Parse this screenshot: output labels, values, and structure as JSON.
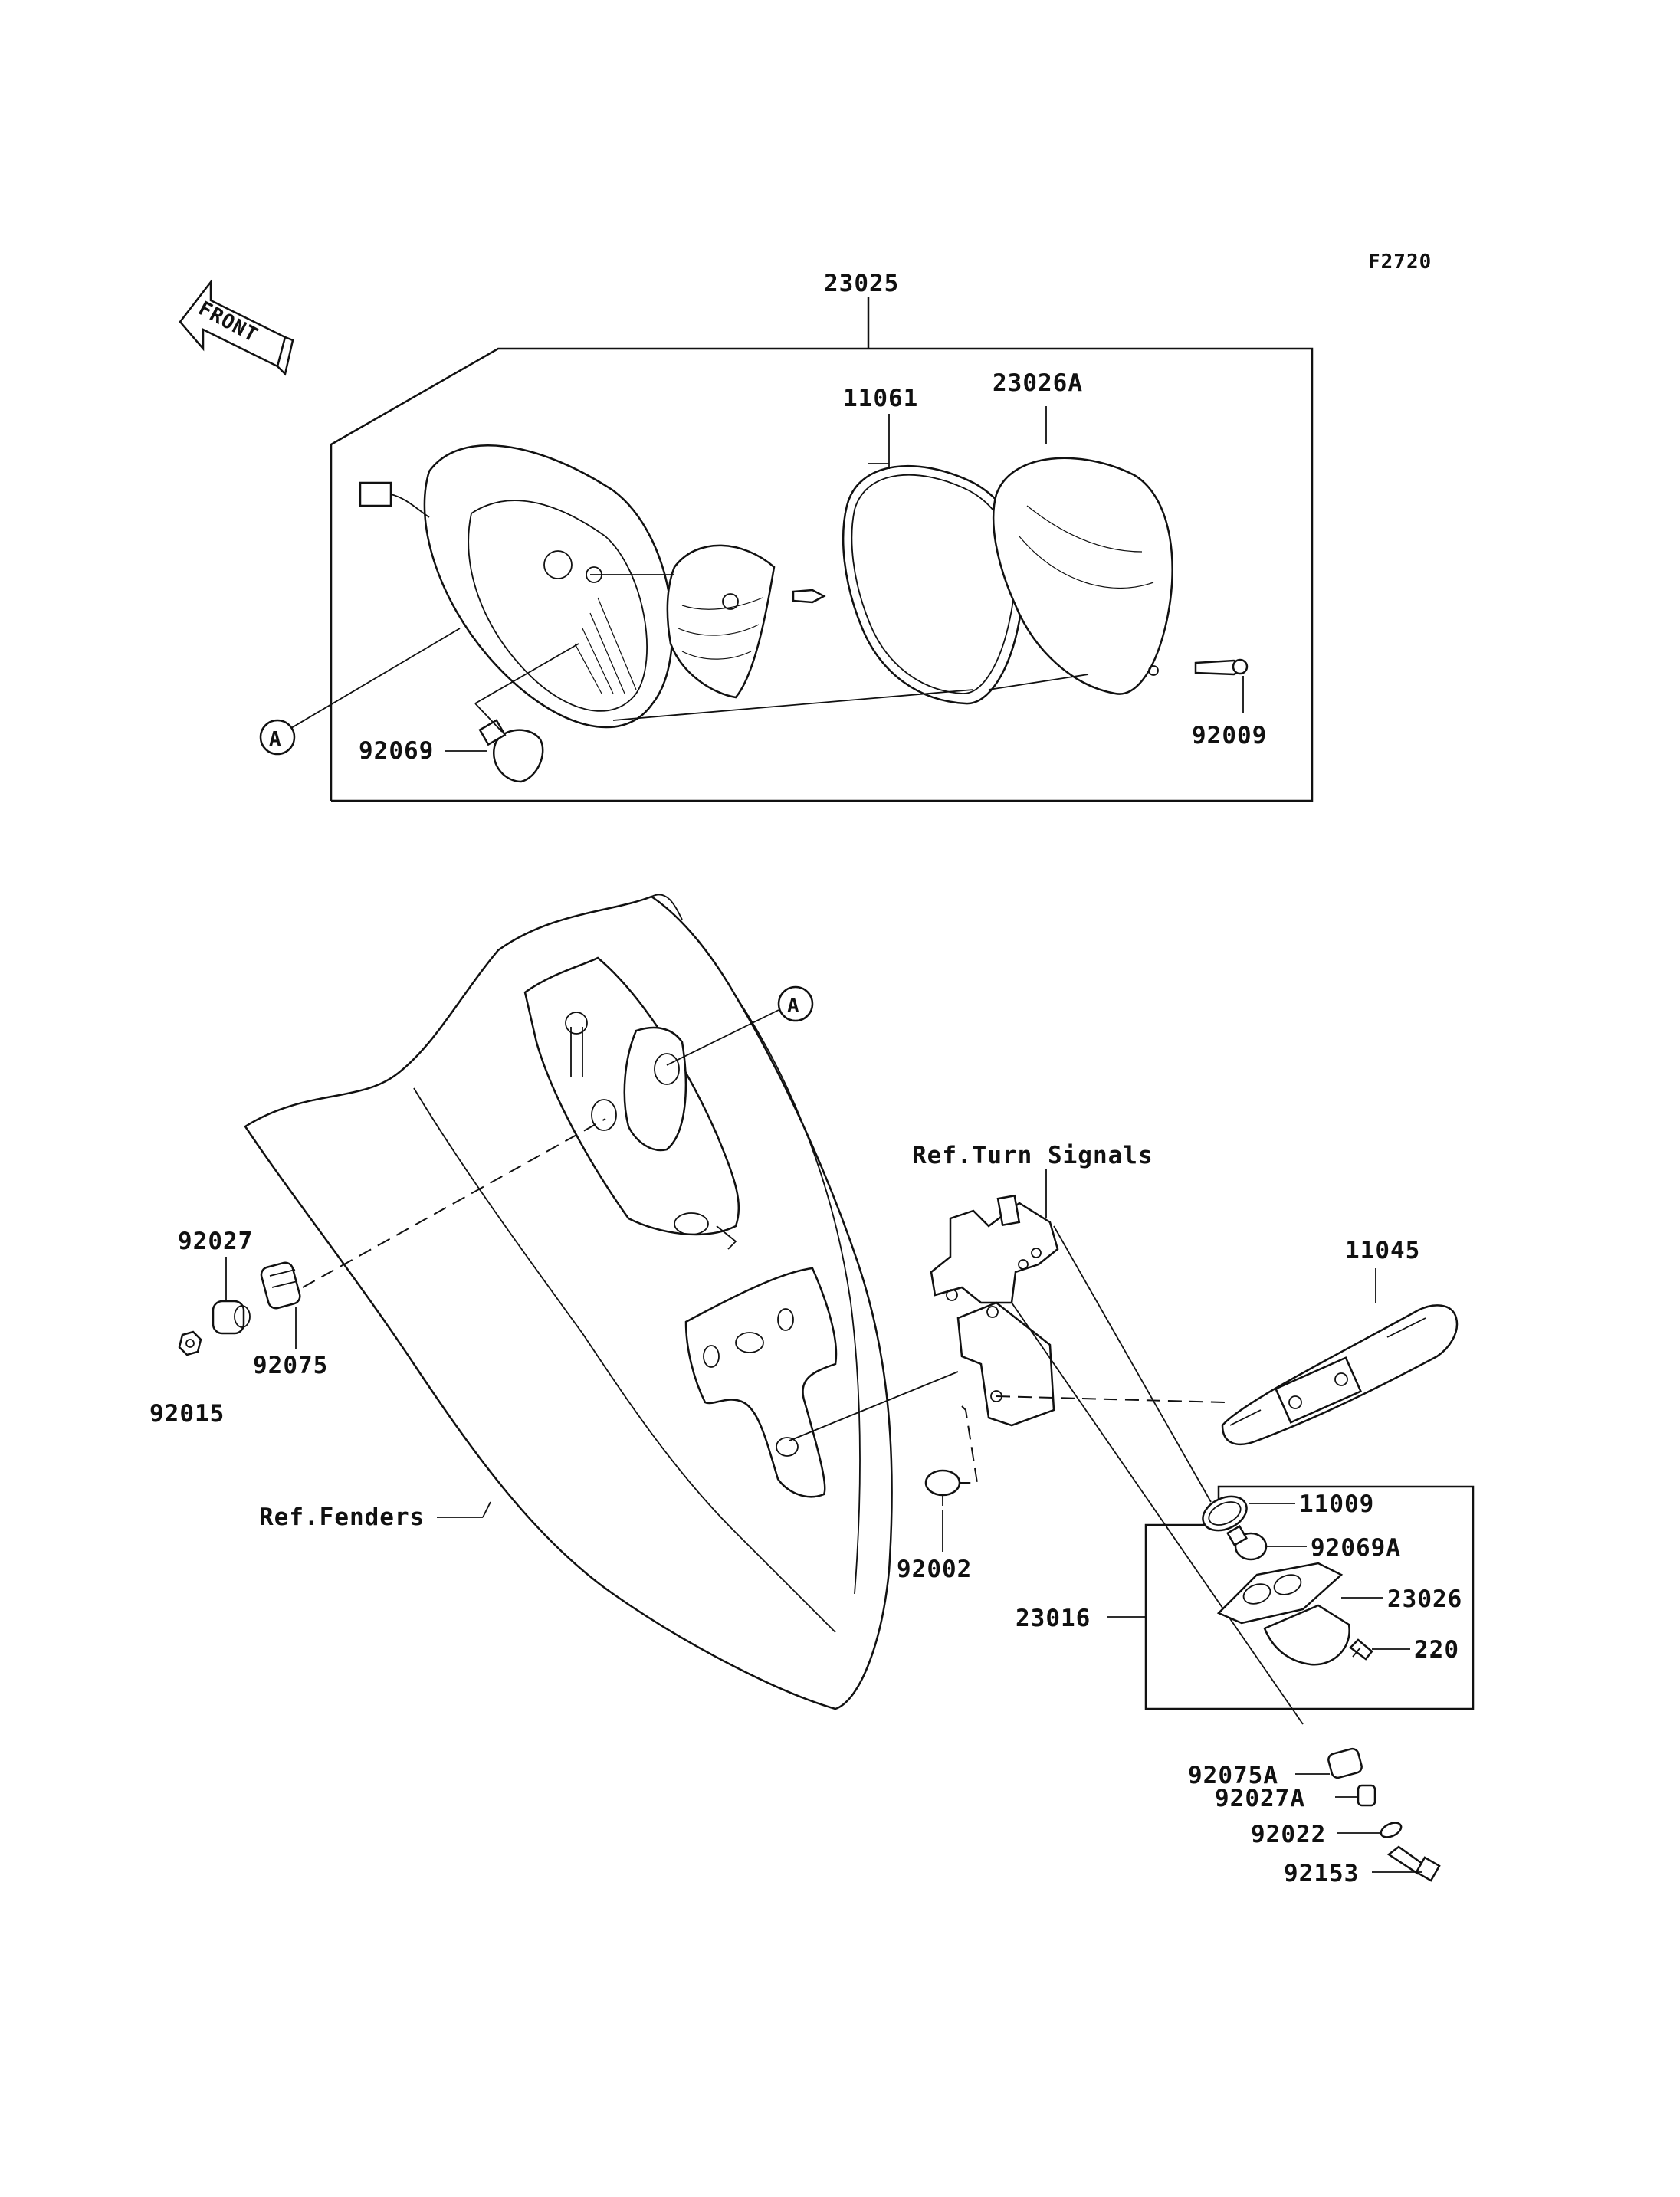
{
  "diagram_code": "F2720",
  "front_arrow": "FRONT",
  "parts": {
    "p23025": "23025",
    "p11061": "11061",
    "p23026A": "23026A",
    "p92069": "92069",
    "p92009": "92009",
    "p92027": "92027",
    "p92075": "92075",
    "p92015": "92015",
    "p11045": "11045",
    "p92002": "92002",
    "p11009": "11009",
    "p92069A": "92069A",
    "p23026": "23026",
    "p220": "220",
    "p23016": "23016",
    "p92075A": "92075A",
    "p92027A": "92027A",
    "p92022": "92022",
    "p92153": "92153"
  },
  "refs": {
    "turn_signals": "Ref.Turn Signals",
    "fenders": "Ref.Fenders"
  },
  "markers": {
    "a_top": "A",
    "a_bottom": "A"
  }
}
